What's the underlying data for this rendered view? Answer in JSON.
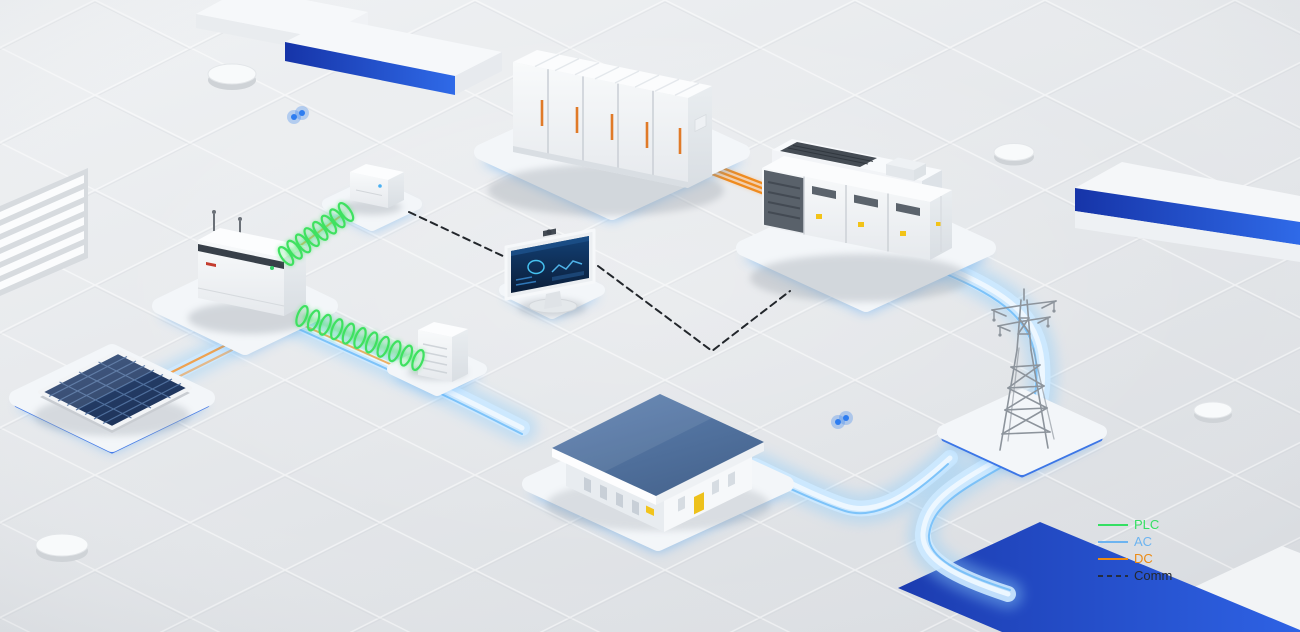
{
  "scene": {
    "nodes": [
      {
        "id": "solar-panel"
      },
      {
        "id": "string-inverter"
      },
      {
        "id": "smart-dongle-upper"
      },
      {
        "id": "smart-dongle-lower"
      },
      {
        "id": "monitoring-terminal"
      },
      {
        "id": "battery-storage-container"
      },
      {
        "id": "pcs-transformer-station"
      },
      {
        "id": "plant-building"
      },
      {
        "id": "transmission-tower"
      }
    ],
    "links": [
      {
        "from": "solar-panel",
        "to": "string-inverter",
        "type": "DC"
      },
      {
        "from": "string-inverter",
        "to": "smart-dongle-upper",
        "type": "PLC"
      },
      {
        "from": "string-inverter",
        "to": "smart-dongle-lower",
        "type": "PLC"
      },
      {
        "from": "string-inverter",
        "to": "plant-building",
        "type": "AC"
      },
      {
        "from": "battery-storage-container",
        "to": "pcs-transformer-station",
        "type": "DC"
      },
      {
        "from": "pcs-transformer-station",
        "to": "transmission-tower",
        "type": "AC"
      },
      {
        "from": "plant-building",
        "to": "transmission-tower",
        "type": "AC"
      },
      {
        "from": "smart-dongle-upper",
        "to": "monitoring-terminal",
        "type": "Comm"
      },
      {
        "from": "monitoring-terminal",
        "to": "pcs-transformer-station",
        "type": "Comm"
      }
    ]
  },
  "legend": {
    "items": [
      {
        "label": "PLC",
        "color": "#35df63",
        "style": "solid"
      },
      {
        "label": "AC",
        "color": "#6db4f0",
        "style": "solid"
      },
      {
        "label": "DC",
        "color": "#ec8a13",
        "style": "solid"
      },
      {
        "label": "Comm",
        "color": "#24282d",
        "style": "dashed"
      }
    ]
  },
  "colors": {
    "accent_blue": "#2f6be6",
    "glow_blue": "#8ecdfb",
    "plc_green": "#35df63",
    "dc_orange": "#ec8a13",
    "panel_navy": "#22395f",
    "roof_blue": "#4f6f9e"
  }
}
